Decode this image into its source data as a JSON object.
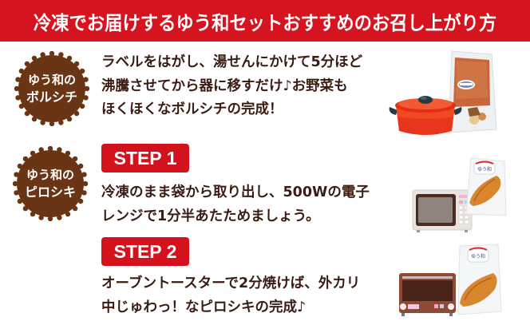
{
  "header": {
    "title": "冷凍でお届けするゆう和セットおすすめのお召し上がり方",
    "bg_color": "#d6141f"
  },
  "sections": {
    "borscht": {
      "badge": {
        "line1": "ゆう和の",
        "line2": "ボルシチ",
        "color": "#6a3514"
      },
      "lines": [
        "ラベルをはがし、湯せんにかけて5分ほど",
        "沸騰させてから器に移すだけ♪お野菜も",
        "ほくほくなボルシチの完成！"
      ],
      "images": [
        "red-pot-icon",
        "borscht-pouch-icon"
      ]
    },
    "pirozhki": {
      "badge": {
        "line1": "ゆう和の",
        "line2": "ピロシキ",
        "color": "#6a3514"
      },
      "steps": [
        {
          "label": "STEP 1",
          "lines": [
            "冷凍のまま袋から取り出し、500Wの電子",
            "レンジで1分半あたためましょう。"
          ],
          "images": [
            "microwave-icon",
            "pirozhki-bag-icon"
          ]
        },
        {
          "label": "STEP 2",
          "lines": [
            "オーブントースターで2分焼けば、外カリ",
            "中じゅわっ！なピロシキの完成♪"
          ],
          "images": [
            "toaster-oven-icon",
            "pirozhki-bag-icon"
          ]
        }
      ]
    }
  },
  "colors": {
    "accent_red": "#d4121e",
    "text_brown": "#3b1c12",
    "badge_brown": "#6a3514"
  }
}
